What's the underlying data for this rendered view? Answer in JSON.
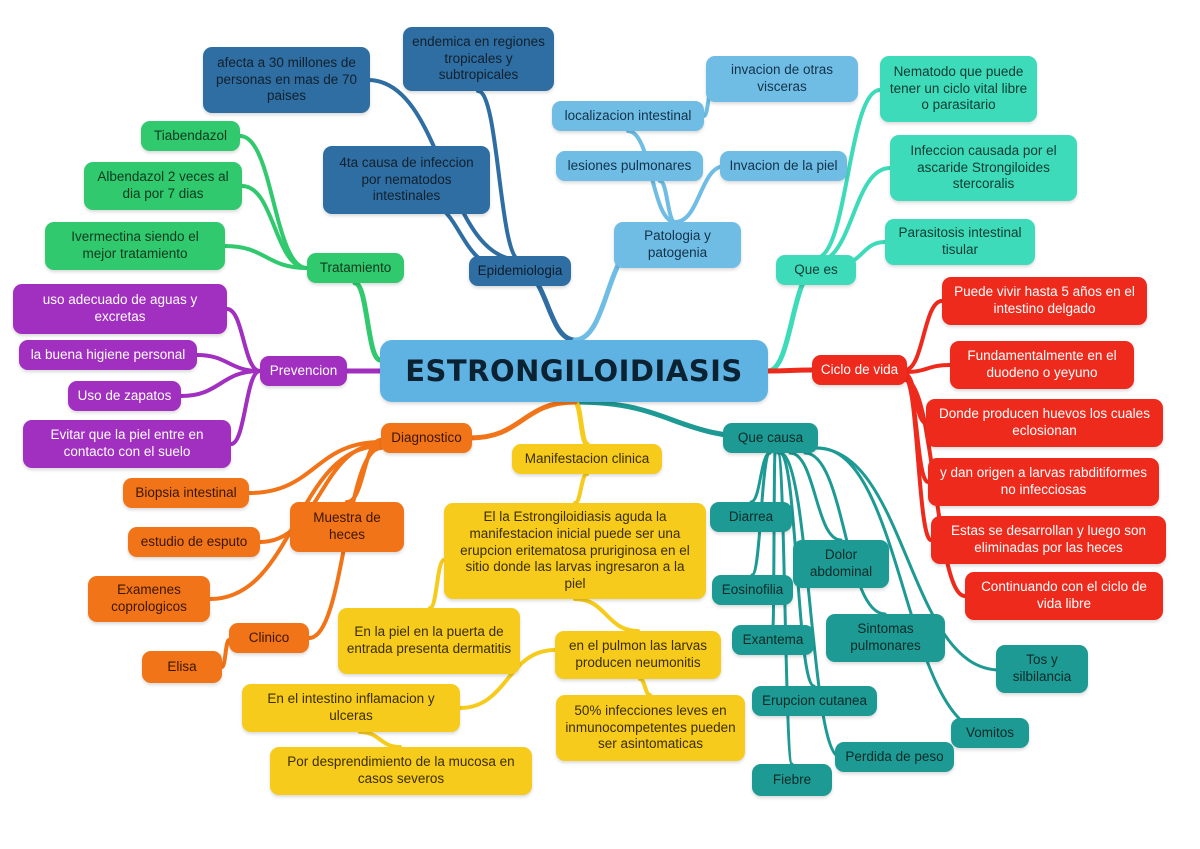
{
  "title": "ESTRONGILOIDIASIS",
  "colors": {
    "root": "#5fb3e3",
    "epidemiologia": "#2f6ea2",
    "patologia": "#6fbde5",
    "que_es": "#3ddbb9",
    "ciclo": "#ee2a1c",
    "que_causa": "#1d9a93",
    "manifestacion": "#f6cb1c",
    "diagnostico": "#f27418",
    "prevencion": "#a12fbf",
    "tratamiento": "#31c96d"
  },
  "epidemiologia": {
    "label": "Epidemiologia",
    "items": [
      "afecta a 30 millones de personas en mas de 70 paises",
      "endemica en regiones tropicales y subtropicales",
      "4ta causa de infeccion por nematodos intestinales"
    ]
  },
  "patologia": {
    "label": "Patologia y patogenia",
    "items": [
      "localizacion intestinal",
      "lesiones pulmonares",
      "Invacion de la piel",
      "invacion de otras visceras"
    ]
  },
  "que_es": {
    "label": "Que es",
    "items": [
      "Nematodo que puede tener un ciclo vital libre o parasitario",
      "Infeccion causada por el ascaride Strongiloides stercoralis",
      "Parasitosis intestinal tisular"
    ]
  },
  "ciclo": {
    "label": "Ciclo de vida",
    "items": [
      "Puede vivir hasta 5 años en el intestino delgado",
      "Fundamentalmente en el duodeno o yeyuno",
      "Donde producen huevos los cuales eclosionan",
      "y dan origen a larvas rabditiformes no infecciosas",
      "Estas se desarrollan y luego son eliminadas por las heces",
      "Continuando con el ciclo de vida libre"
    ]
  },
  "que_causa": {
    "label": "Que causa",
    "items": [
      "Diarrea",
      "Dolor abdominal",
      "Eosinofilia",
      "Exantema",
      "Sintomas pulmonares",
      "Tos y silbilancia",
      "Erupcion cutanea",
      "Vomitos",
      "Perdida de peso",
      "Fiebre"
    ]
  },
  "manifestacion": {
    "label": "Manifestacion clinica",
    "items": [
      "El la Estrongiloidiasis aguda la manifestacion inicial puede ser una erupcion eritematosa pruriginosa en el sitio donde las larvas ingresaron a la piel",
      "En la piel en la puerta de entrada presenta dermatitis",
      "en el pulmon las larvas producen neumonitis",
      "En el intestino inflamacion y ulceras",
      "50% infecciones leves en inmunocompetentes pueden ser asintomaticas",
      "Por desprendimiento de la mucosa en casos severos"
    ]
  },
  "diagnostico": {
    "label": "Diagnostico",
    "items": [
      "Muestra de heces",
      "Biopsia intestinal",
      "estudio de esputo",
      "Examenes coprologicos",
      "Clinico",
      "Elisa"
    ]
  },
  "prevencion": {
    "label": "Prevencion",
    "items": [
      "uso adecuado de aguas y excretas",
      "la buena higiene personal",
      "Uso de zapatos",
      "Evitar que la piel entre en contacto con el suelo"
    ]
  },
  "tratamiento": {
    "label": "Tratamiento",
    "items": [
      "Tiabendazol",
      "Albendazol 2 veces al dia por 7 dias",
      "Ivermectina siendo el mejor tratamiento"
    ]
  }
}
